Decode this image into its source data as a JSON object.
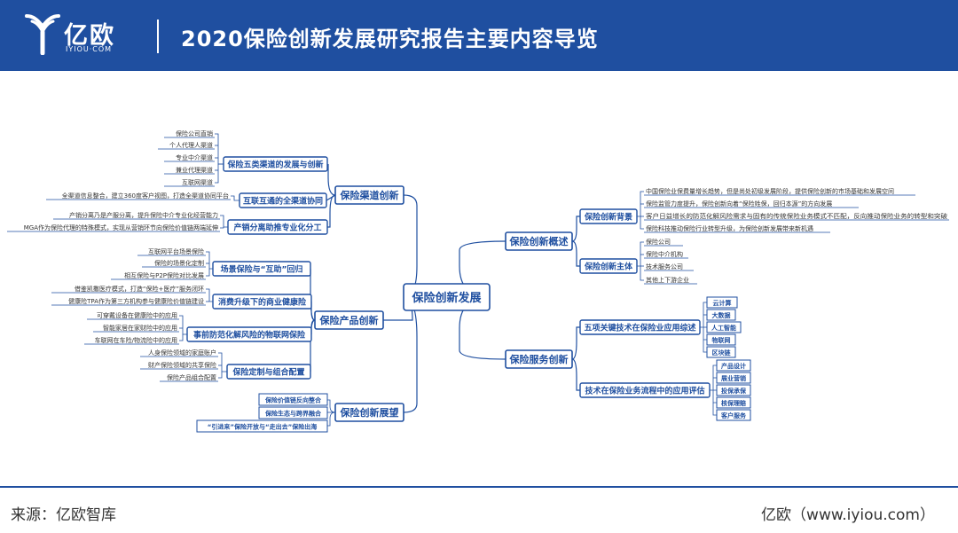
{
  "header": {
    "logo_text": "亿欧",
    "logo_sub": "IYIOU·COM",
    "title": "2020保险创新发展研究报告主要内容导览"
  },
  "mindmap": {
    "root": "保险创新发展",
    "left": [
      {
        "label": "保险渠道创新",
        "children": [
          {
            "label": "保险五类渠道的发展与创新",
            "leaves": [
              "保险公司直销",
              "个人代理人渠道",
              "专业中介渠道",
              "兼业代理渠道",
              "互联网渠道"
            ]
          },
          {
            "label": "互联互通的全渠道协同",
            "leaves": [
              "全渠道信息整合，建立360度客户视图，打造全渠道协同平台"
            ]
          },
          {
            "label": "产销分离助推专业化分工",
            "leaves": [
              "产销分离乃是产服分离，提升保险中介专业化经营能力",
              "MGA作为保险代理的特殊模式，实现从营销环节向保险价值链两端延伸"
            ]
          }
        ]
      },
      {
        "label": "保险产品创新",
        "children": [
          {
            "label": "场景保险与“互助”回归",
            "leaves": [
              "互联网平台场景保险",
              "保险的场景化定制",
              "相互保险与P2P保险对比发展"
            ]
          },
          {
            "label": "消费升级下的商业健康险",
            "leaves": [
              "借鉴凯撒医疗模式，打造“保险+医疗”服务闭环",
              "健康险TPA作为第三方机构参与健康险价值链建设"
            ]
          },
          {
            "label": "事前防范化解风险的物联网保险",
            "leaves": [
              "可穿戴设备在健康险中的应用",
              "智能家居在家财险中的应用",
              "车联网在车险/物流险中的应用"
            ]
          },
          {
            "label": "保险定制与组合配置",
            "leaves": [
              "人身保险领域的家庭账户",
              "财产保险领域的共享保险",
              "保险产品组合配置"
            ]
          }
        ]
      },
      {
        "label": "保险创新展望",
        "children": [],
        "leaves": [
          "保险价值链反向整合",
          "保险生态与跨界融合",
          "“引进来”保险开放与“走出去”保险出海"
        ]
      }
    ],
    "right": [
      {
        "label": "保险创新概述",
        "children": [
          {
            "label": "保险创新背景",
            "leaves": [
              "中国保险业保费量增长趋势，但是尚处初级发展阶段，提供保险创新的市场基础和发展空间",
              "保险监管力度提升，保险创新向着“保险姓保，回归本源”的方向发展",
              "客户日益增长的防范化解风险需求与固有的传统保险业务模式不匹配，反向推动保险业务的转型和突破",
              "保险科技推动保险行业转型升级，为保险创新发展带来新机遇"
            ]
          },
          {
            "label": "保险创新主体",
            "leaves": [
              "保险公司",
              "保险中介机构",
              "技术服务公司",
              "其他上下游企业"
            ]
          }
        ]
      },
      {
        "label": "保险服务创新",
        "children": [
          {
            "label": "五项关键技术在保险业应用综述",
            "leaves": [
              "云计算",
              "大数据",
              "人工智能",
              "物联网",
              "区块链"
            ]
          },
          {
            "label": "技术在保险业务流程中的应用评估",
            "leaves": [
              "产品设计",
              "展业营销",
              "投保承保",
              "核保理赔",
              "客户服务"
            ]
          }
        ]
      }
    ]
  },
  "footer": {
    "source": "来源：亿欧智库",
    "site": "亿欧（www.iyiou.com）"
  },
  "colors": {
    "brand": "#1f4fa0",
    "text": "#333333"
  }
}
